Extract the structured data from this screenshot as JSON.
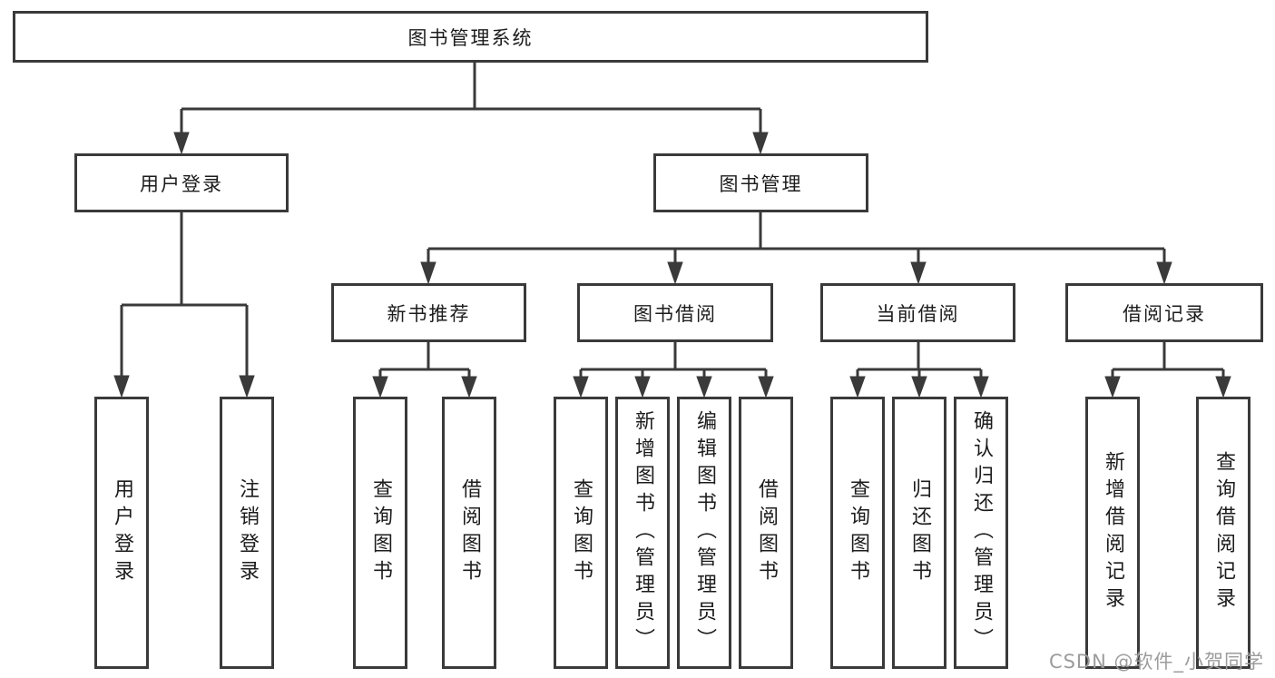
{
  "diagram": {
    "root": {
      "label": "图书管理系统"
    },
    "branches": [
      {
        "label": "用户登录",
        "children": [
          {
            "label": "用户登录"
          },
          {
            "label": "注销登录"
          }
        ]
      },
      {
        "label": "图书管理",
        "children": [
          {
            "label": "新书推荐",
            "children": [
              {
                "label": "查询图书"
              },
              {
                "label": "借阅图书"
              }
            ]
          },
          {
            "label": "图书借阅",
            "children": [
              {
                "label": "查询图书"
              },
              {
                "label": "新增图书（管理员）"
              },
              {
                "label": "编辑图书（管理员）"
              },
              {
                "label": "借阅图书"
              }
            ]
          },
          {
            "label": "当前借阅",
            "children": [
              {
                "label": "查询图书"
              },
              {
                "label": "归还图书"
              },
              {
                "label": "确认归还（管理员）"
              }
            ]
          },
          {
            "label": "借阅记录",
            "children": [
              {
                "label": "新增借阅记录"
              },
              {
                "label": "查询借阅记录"
              }
            ]
          }
        ]
      }
    ]
  },
  "watermark": {
    "text": "CSDN @软件_小贺同学"
  },
  "colors": {
    "line": "#3a3a3a",
    "box_border": "#3a3a3a",
    "text": "#1c1c1c",
    "watermark": "#9c9c9c",
    "background": "#ffffff"
  }
}
